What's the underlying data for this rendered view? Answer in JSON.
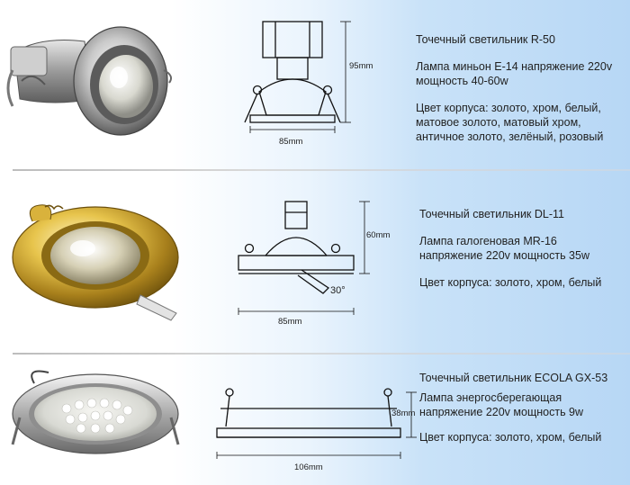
{
  "products": [
    {
      "id": "r50",
      "title": "Точечный светильник R-50",
      "lamp_lines": [
        "Лампа миньон Е-14  напряжение 220v",
        "мощность 40-60w"
      ],
      "color_lines": [
        "Цвет корпуса: золото, хром, белый,",
        "матовое золото, матовый хром,",
        "античное золото, зелёный, розовый"
      ],
      "dim_height": "95mm",
      "dim_width": "85mm"
    },
    {
      "id": "dl11",
      "title": "Точечный светильник DL-11",
      "lamp_lines": [
        "Лампа галогеновая MR-16",
        "напряжение 220v  мощность 35w"
      ],
      "color_lines": [
        "Цвет корпуса: золото, хром, белый"
      ],
      "dim_height": "60mm",
      "dim_width": "85mm",
      "dim_angle": "30°"
    },
    {
      "id": "gx53",
      "title": "Точечный светильник ECOLA GX-53",
      "lamp_lines": [
        "Лампа энергосберегающая",
        "напряжение 220v мощность 9w"
      ],
      "color_lines": [
        "Цвет корпуса: золото, хром, белый"
      ],
      "dim_height": "38mm",
      "dim_width": "106mm"
    }
  ]
}
